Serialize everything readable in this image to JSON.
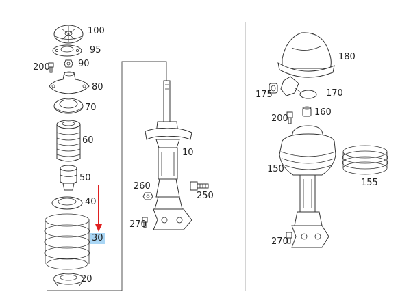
{
  "diagram": {
    "left_assembly_labels": [
      "100",
      "95",
      "200",
      "90",
      "80",
      "70",
      "60",
      "50",
      "40",
      "30",
      "20",
      "10",
      "260",
      "250",
      "270"
    ],
    "right_assembly_labels": [
      "180",
      "175",
      "170",
      "200",
      "160",
      "150",
      "155",
      "270"
    ],
    "highlighted_label": "30",
    "colors": {
      "line": "#333333",
      "highlight": "#a9d6f5",
      "arrow": "#e02020"
    }
  }
}
